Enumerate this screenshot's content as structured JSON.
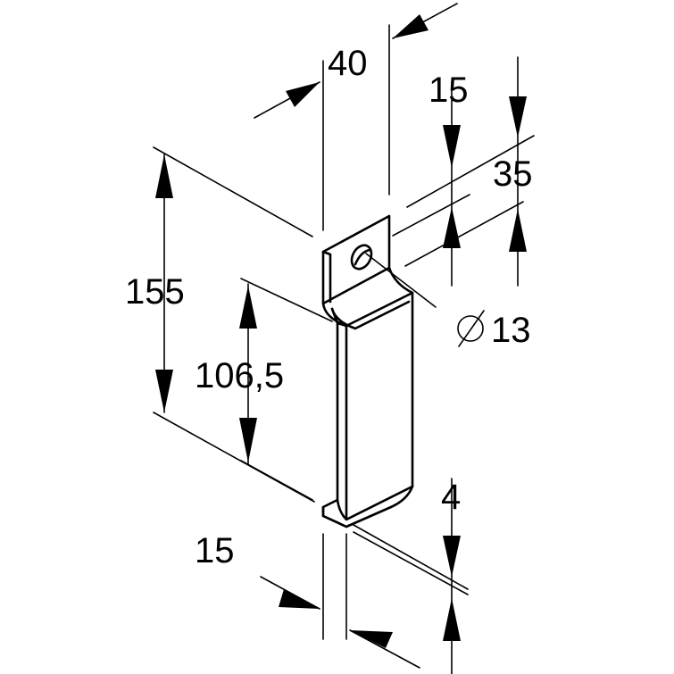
{
  "dimensions": {
    "width_top": "40",
    "slot_width": "15",
    "top_height": "35",
    "hole_diameter": "13",
    "total_height": "155",
    "body_height": "106,5",
    "foot_depth": "15",
    "thickness": "4"
  }
}
